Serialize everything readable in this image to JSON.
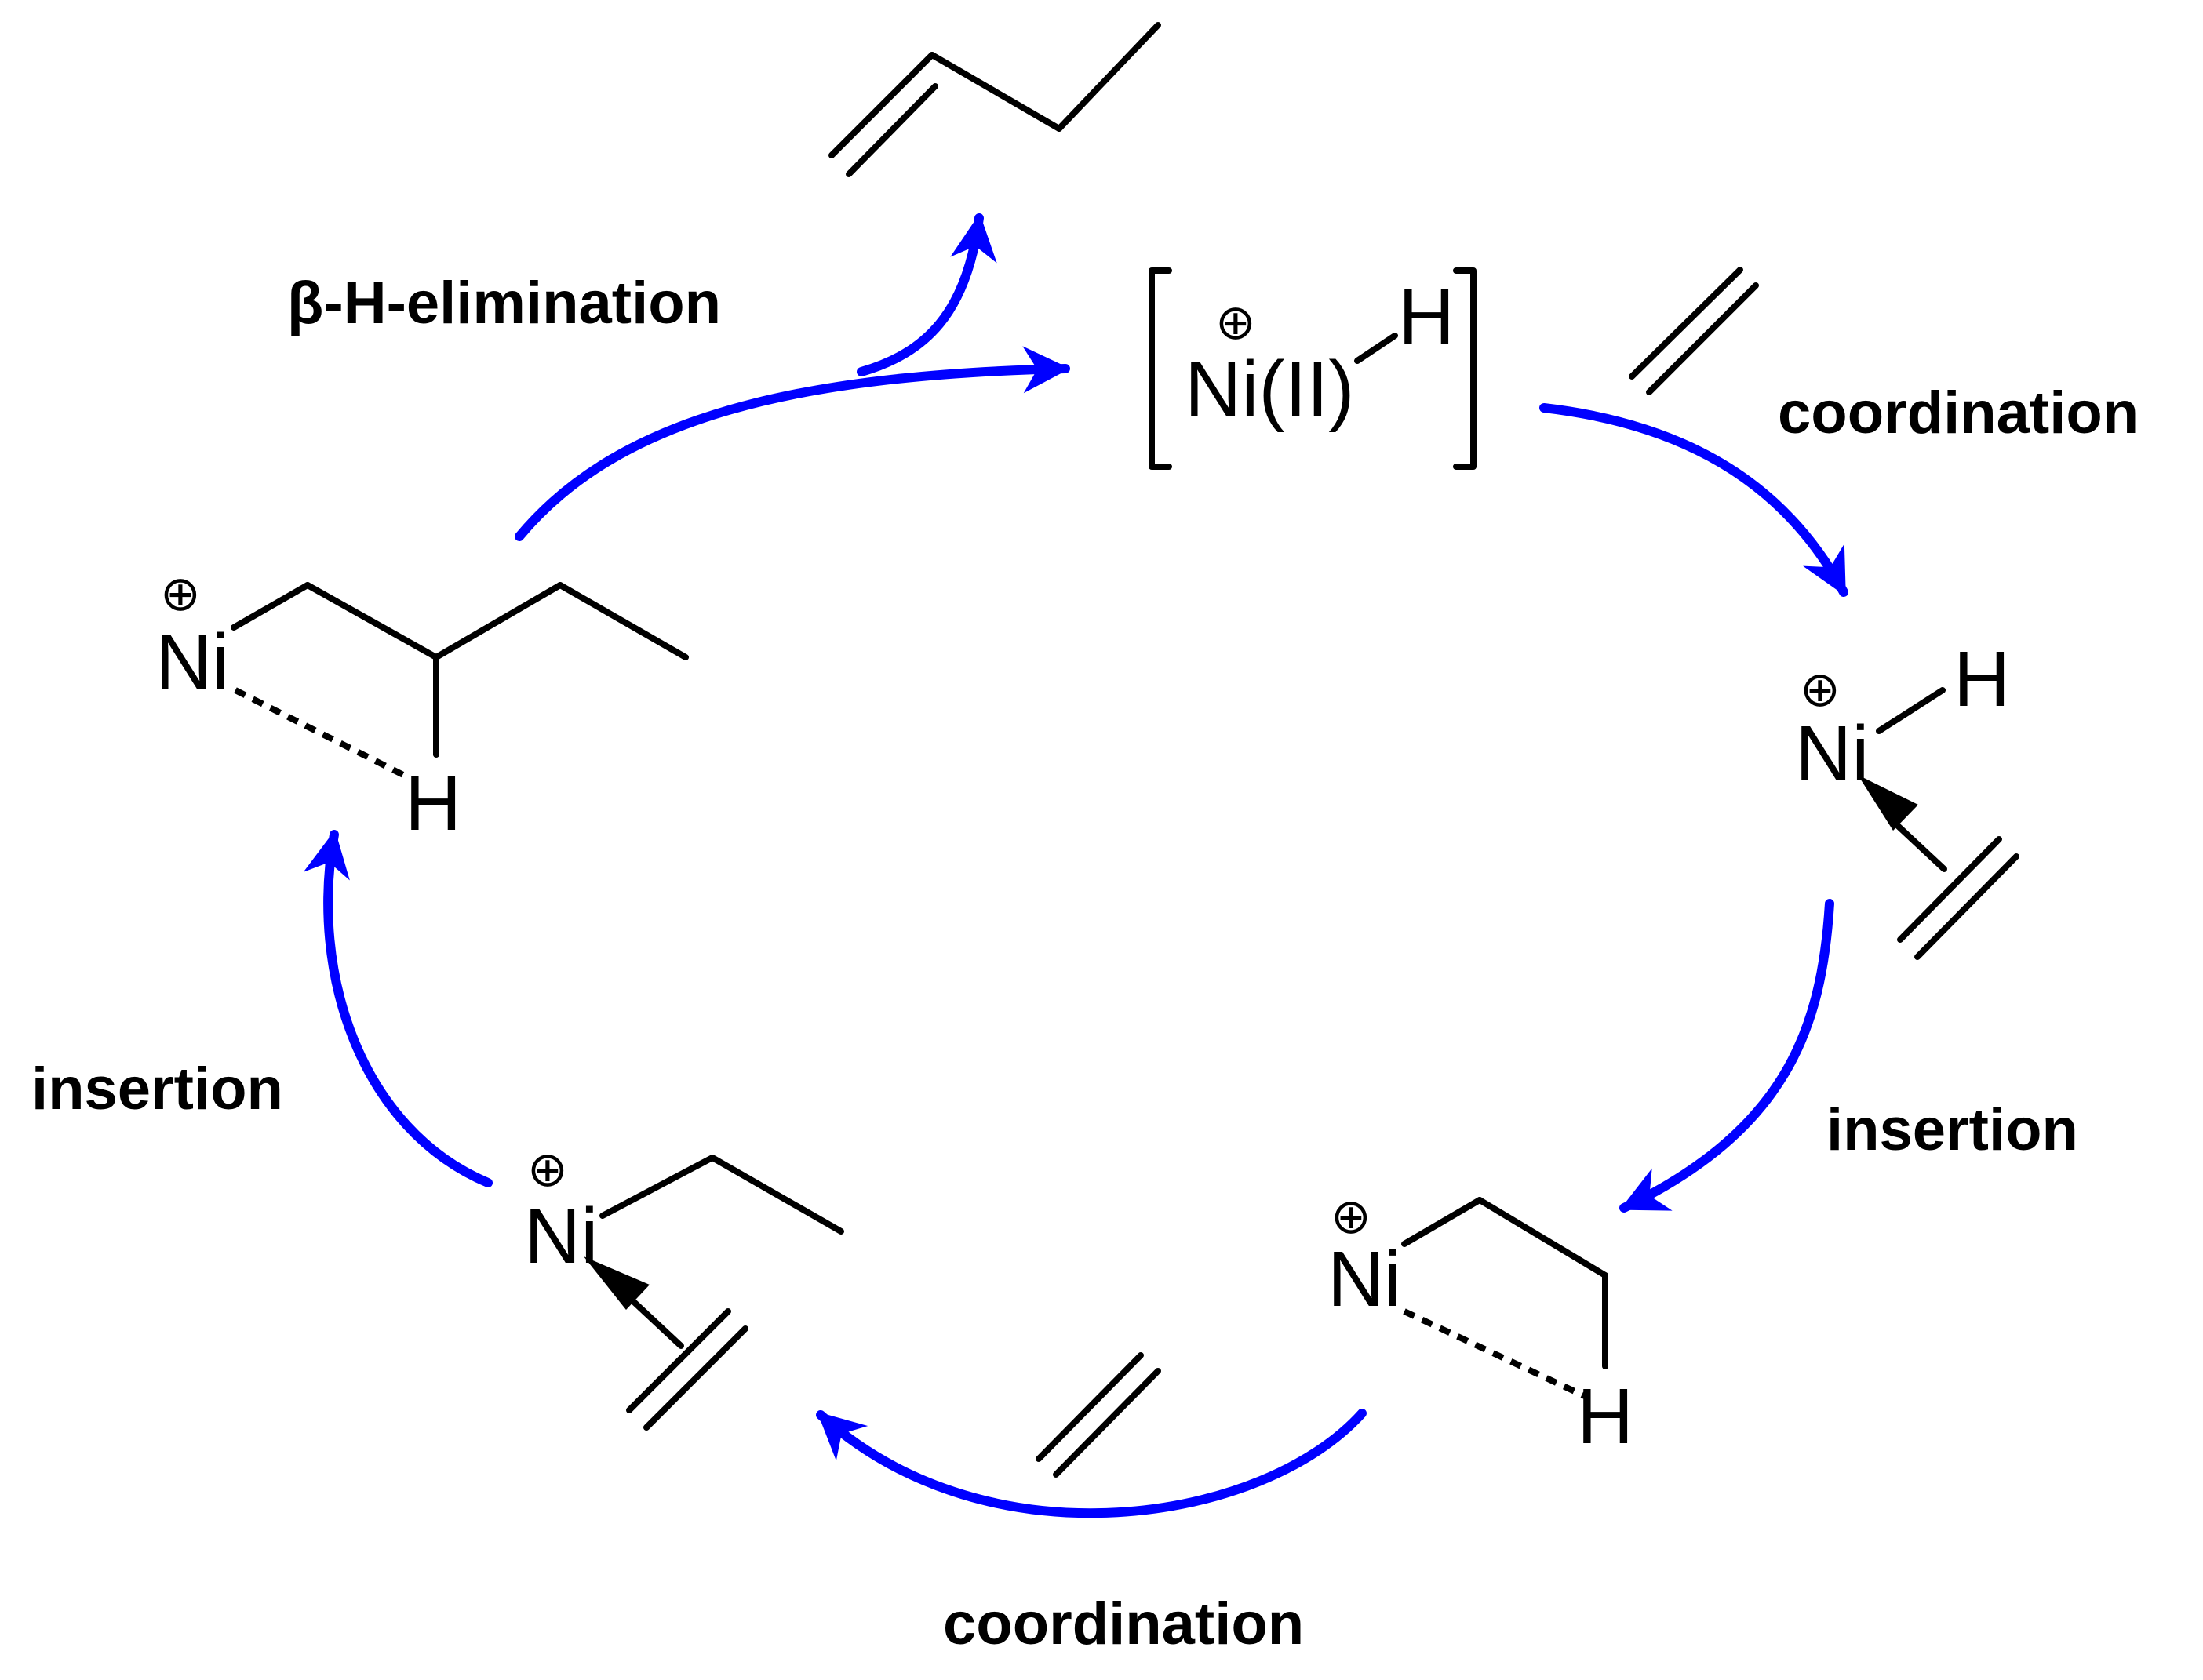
{
  "steps": {
    "beta_h_elimination": "β-H-elimination",
    "coordination_top": "coordination",
    "insertion_right": "insertion",
    "coordination_bottom": "coordination",
    "insertion_left": "insertion"
  },
  "atoms": {
    "ni": "Ni",
    "ni_ii": "Ni(II)",
    "h": "H",
    "charge_symbol": "⊕"
  },
  "colors": {
    "cycle_arrow": "#0000ff",
    "bonds": "#000000"
  }
}
